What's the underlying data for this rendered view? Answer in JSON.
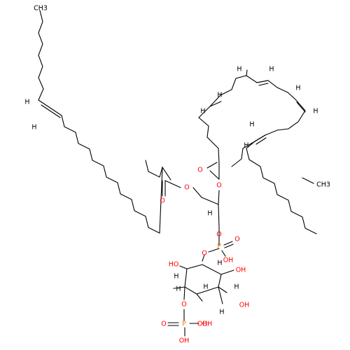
{
  "molecule": {
    "colors": {
      "carbon": "#000000",
      "hydrogen": "#000000",
      "oxygen": "#ff0000",
      "phosphorus": "#ff8000",
      "background": "#ffffff"
    },
    "labels": {
      "methyl_top": "CH3",
      "methyl_right": "CH3",
      "oxygen": "O",
      "phosphorus": "P",
      "hydroxyl": "OH",
      "hydroxyl_left": "HO",
      "hydrogen": "H"
    }
  }
}
